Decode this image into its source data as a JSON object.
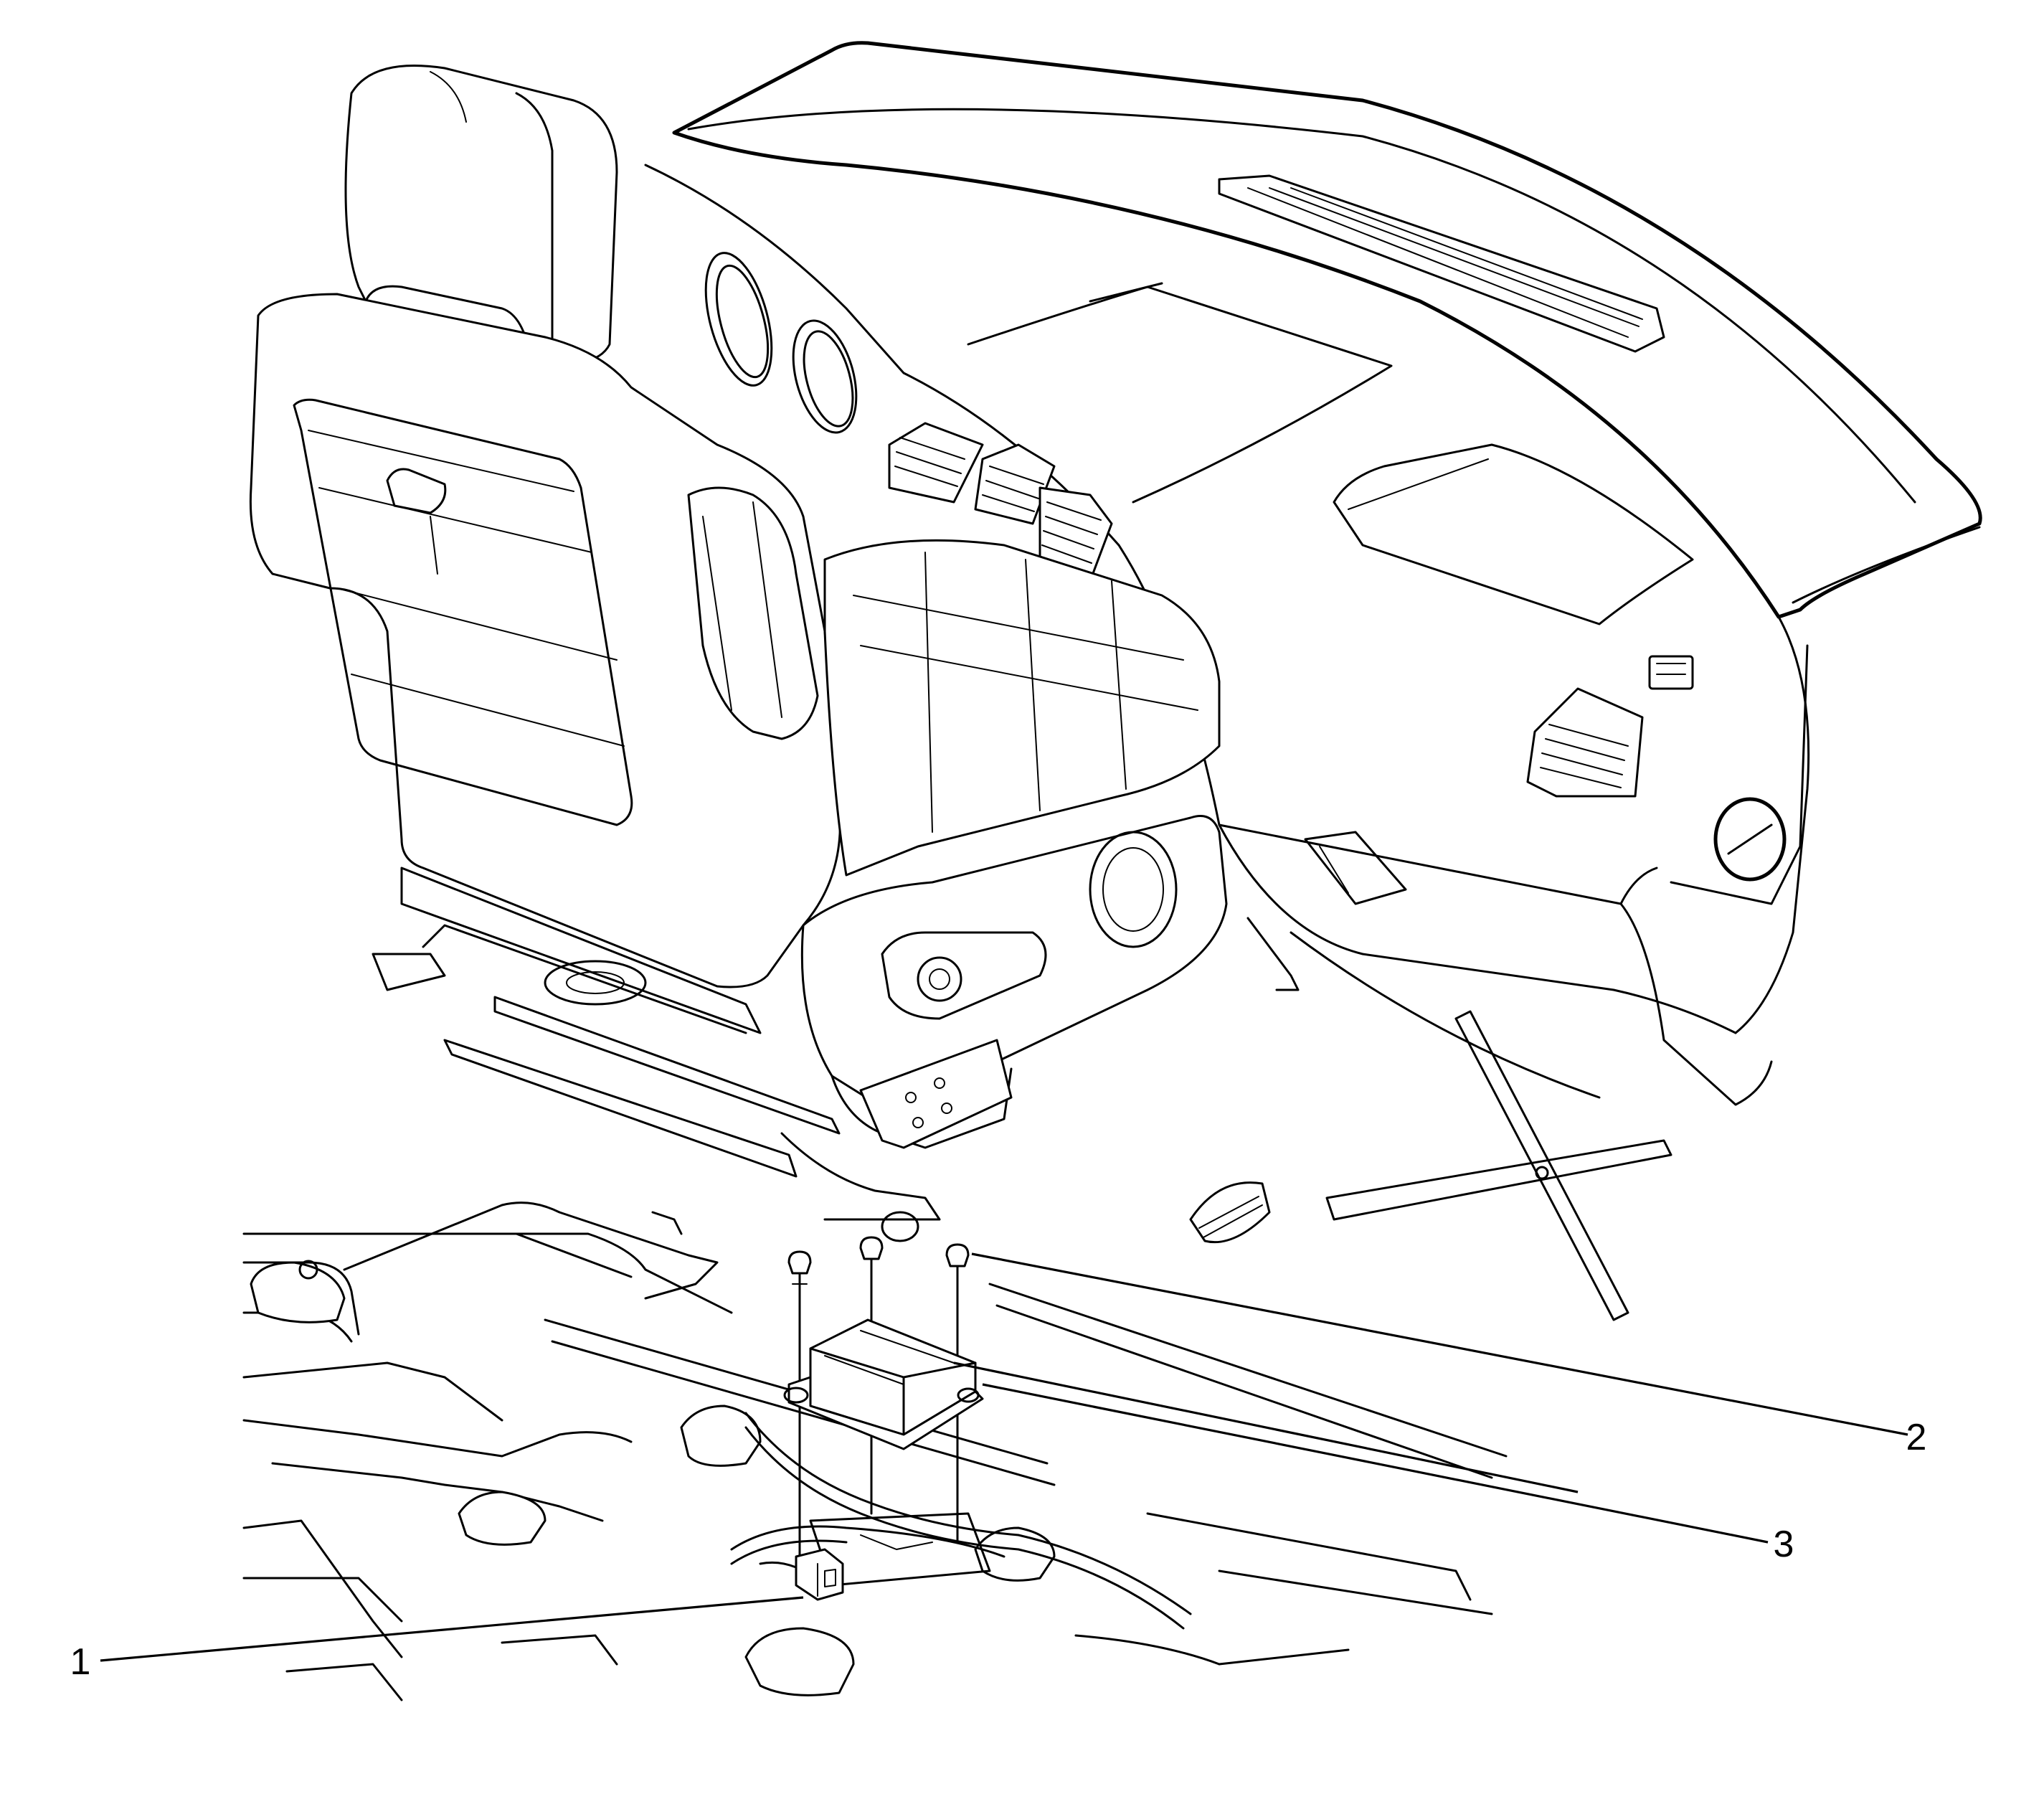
{
  "figure": {
    "callouts": [
      {
        "id": "callout-1",
        "label": "1"
      },
      {
        "id": "callout-2",
        "label": "2"
      },
      {
        "id": "callout-3",
        "label": "3"
      }
    ]
  },
  "colors": {
    "line": "#000000",
    "background": "#ffffff"
  }
}
